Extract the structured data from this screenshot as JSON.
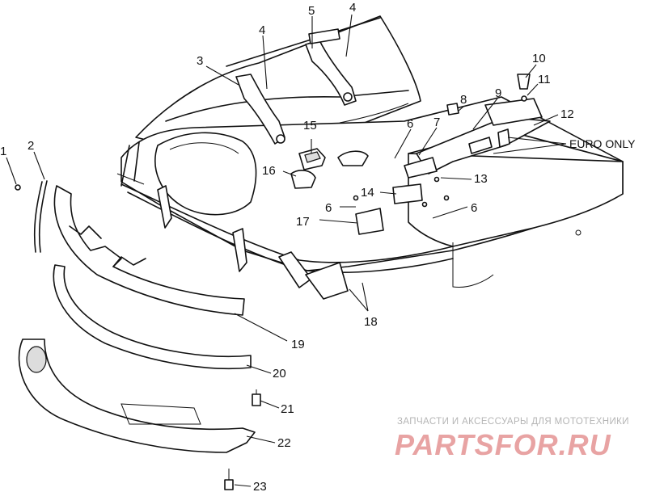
{
  "diagram": {
    "callouts": {
      "c1": "1",
      "c2": "2",
      "c3": "3",
      "c4a": "4",
      "c4b": "4",
      "c5": "5",
      "c6a": "6",
      "c6b": "6",
      "c6c": "6",
      "c7": "7",
      "c8": "8",
      "c9": "9",
      "c10": "10",
      "c11": "11",
      "c12": "12",
      "c13": "13",
      "c14": "14",
      "c15": "15",
      "c16": "16",
      "c17": "17",
      "c18": "18",
      "c19": "19",
      "c20": "20",
      "c21": "21",
      "c22": "22",
      "c23": "23"
    },
    "euro_note": "EURO ONLY"
  },
  "watermark": {
    "tagline": "ЗАПЧАСТИ И АКСЕССУАРЫ ДЛЯ МОТОТЕХНИКИ",
    "brand": "PARTSFOR.RU"
  }
}
